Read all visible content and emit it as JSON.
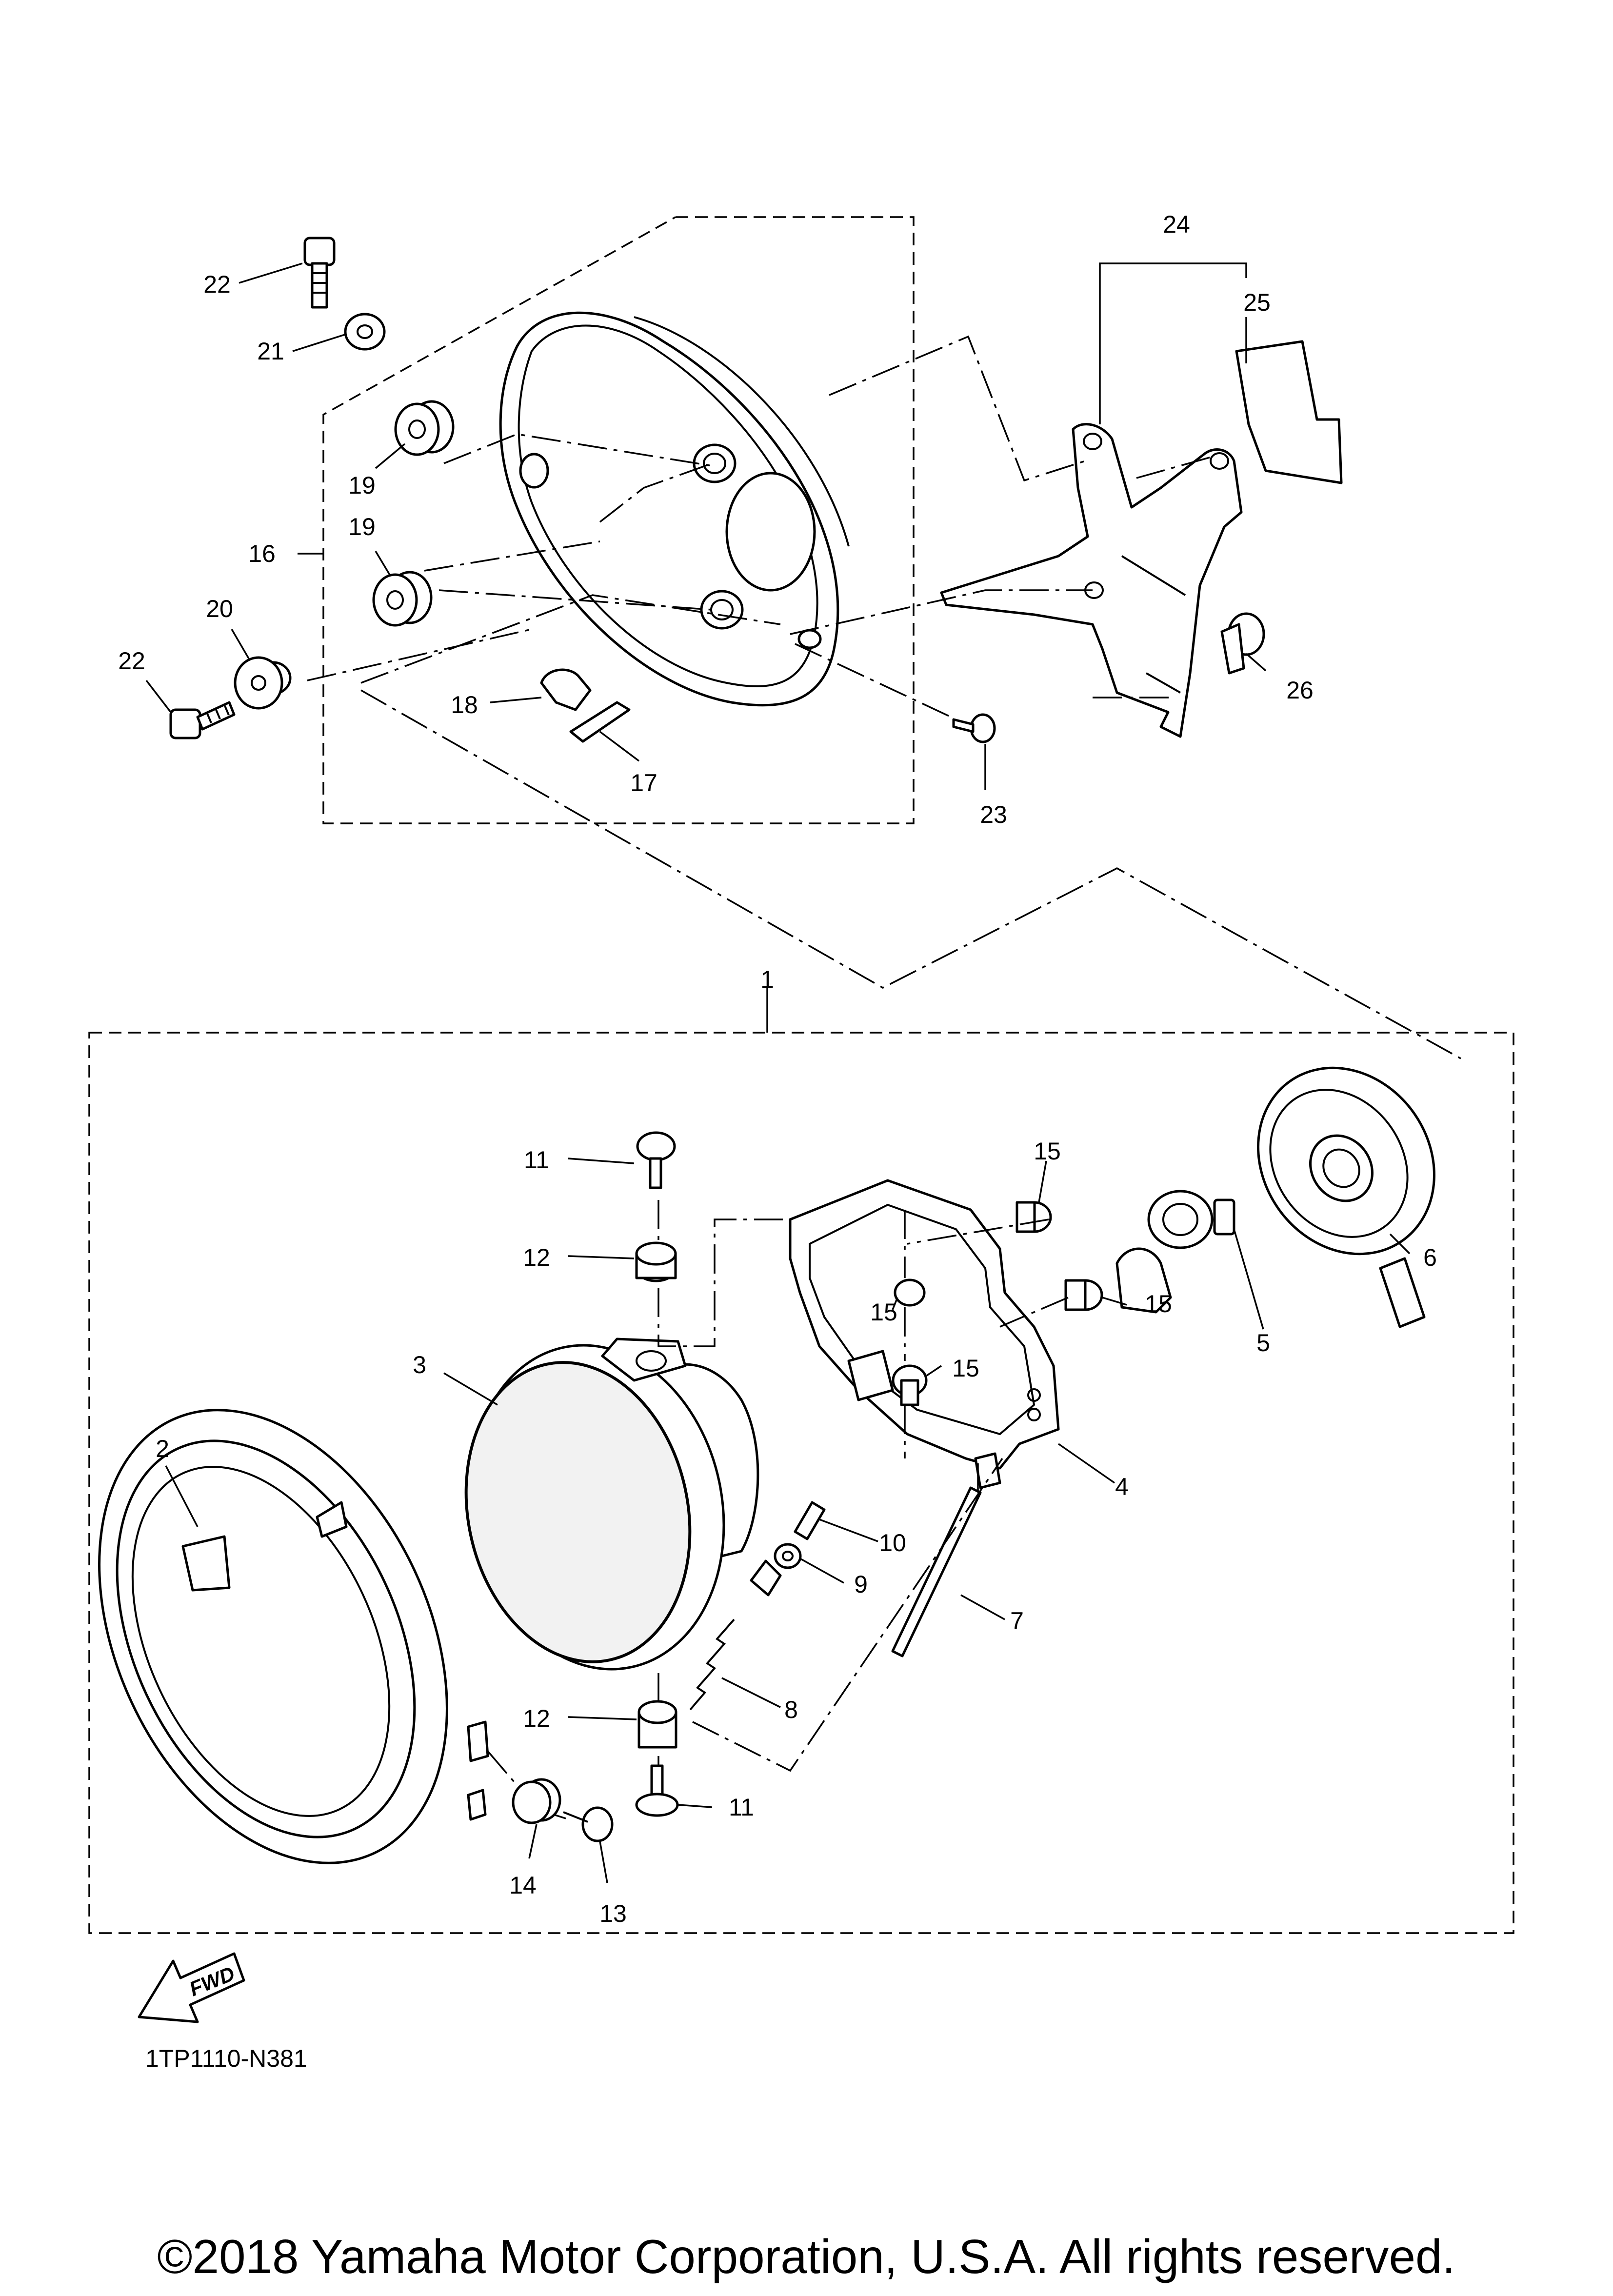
{
  "diagram": {
    "callouts": {
      "c1": "1",
      "c2": "2",
      "c3": "3",
      "c4": "4",
      "c5": "5",
      "c6": "6",
      "c7": "7",
      "c8": "8",
      "c9": "9",
      "c10": "10",
      "c11a": "11",
      "c11b": "11",
      "c12a": "12",
      "c12b": "12",
      "c13": "13",
      "c14": "14",
      "c15a": "15",
      "c15b": "15",
      "c15c": "15",
      "c15d": "15",
      "c16": "16",
      "c17": "17",
      "c18": "18",
      "c19a": "19",
      "c19b": "19",
      "c20": "20",
      "c21": "21",
      "c22a": "22",
      "c22b": "22",
      "c23": "23",
      "c24": "24",
      "c25": "25",
      "c26": "26"
    },
    "fwd_label": "FWD",
    "figure_code": "1TP1110-N381",
    "copyright": "©2018 Yamaha Motor Corporation, U.S.A. All rights reserved."
  }
}
